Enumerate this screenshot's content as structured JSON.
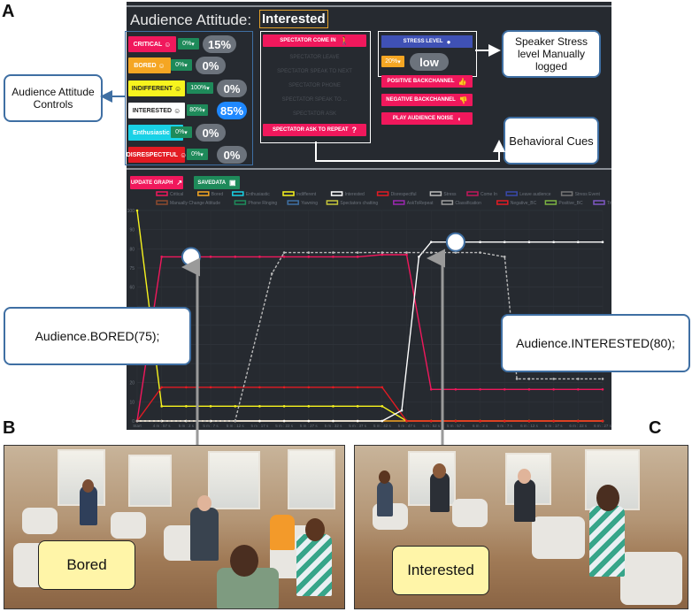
{
  "panels": {
    "a": "A",
    "b": "B",
    "c": "C"
  },
  "header": {
    "title": "Audience Attitude:",
    "current": "Interested"
  },
  "attitudes": [
    {
      "label": "CRITICAL",
      "icon": "sad-face-icon",
      "drop": "0%",
      "value": "15%",
      "bg": "#f0185c",
      "fg": "#ffffff",
      "border": "#f0185c"
    },
    {
      "label": "BORED",
      "icon": "neutral-face-icon",
      "drop": "0%",
      "value": "0%",
      "bg": "#f5a623",
      "fg": "#ffffff",
      "border": "#f5a623"
    },
    {
      "label": "INDIFFERENT",
      "icon": "meh-face-icon",
      "drop": "100%",
      "value": "0%",
      "bg": "#f7f31e",
      "fg": "#222222",
      "border": "#f7f31e"
    },
    {
      "label": "INTERESTED",
      "icon": "smile-face-icon",
      "drop": "80%",
      "value": "85%",
      "bg": "#ffffff",
      "fg": "#222222",
      "border": "#ffffff",
      "highlight": "#1e88ff"
    },
    {
      "label": "Enthusiastic",
      "icon": "happy-face-icon",
      "drop": "0%",
      "value": "0%",
      "bg": "#19d1e6",
      "fg": "#ffffff",
      "border": "#19d1e6"
    },
    {
      "label": "DISRESPECTFUL",
      "icon": "angry-face-icon",
      "drop": "0%",
      "value": "0%",
      "bg": "#e31b23",
      "fg": "#ffffff",
      "border": "#e31b23"
    }
  ],
  "cues": {
    "come_in": "SPECTATOR COME IN",
    "faded": [
      "SPECTATOR LEAVE",
      "SPECTATOR SPEAK TO NEXT",
      "SPECTATOR PHONE",
      "SPECTATOR SPEAK TO ...",
      "SPECTATOR ASK"
    ],
    "ask_repeat": "SPECTATOR ASK TO REPEAT",
    "ask_icon": "?"
  },
  "stress": {
    "label": "STRESS LEVEL",
    "drop": "20%",
    "value": "low"
  },
  "backchannel": {
    "positive": "POSITIVE BACKCHANNEL",
    "negative": "NEGATIVE BACKCHANNEL",
    "noise": "PLAY AUDIENCE NOISE"
  },
  "callouts": {
    "controls": "Audience Attitude Controls",
    "stress": "Speaker Stress level Manually logged",
    "cues": "Behavioral Cues",
    "bored": "Audience.BORED(75);",
    "interested": "Audience.INTERESTED(80);"
  },
  "graph_buttons": {
    "update": "UPDATE GRAPH",
    "save": "SAVEDATA"
  },
  "photo_labels": {
    "b": "Bored",
    "c": "Interested"
  },
  "chart_data": {
    "type": "line",
    "legend_row1": [
      {
        "name": "Critical",
        "color": "#f0185c"
      },
      {
        "name": "Bored",
        "color": "#f5a623"
      },
      {
        "name": "Enthusiastic",
        "color": "#19d1e6"
      },
      {
        "name": "Indifferent",
        "color": "#f7f31e"
      },
      {
        "name": "Interested",
        "color": "#ffffff"
      },
      {
        "name": "Disrespectful",
        "color": "#e31b23"
      },
      {
        "name": "Stress",
        "color": "#bbbbbb"
      },
      {
        "name": "Come In",
        "color": "#c2185b"
      },
      {
        "name": "Leave audience",
        "color": "#3949ab"
      },
      {
        "name": "Stress Event",
        "color": "#757575"
      }
    ],
    "legend_row2": [
      {
        "name": "Manually Change Attitude",
        "color": "#8d4a2e"
      },
      {
        "name": "Phone Ringing",
        "color": "#1e8a5a"
      },
      {
        "name": "Yawning",
        "color": "#3f6fa3"
      },
      {
        "name": "Spectators chatting",
        "color": "#c6c63a"
      },
      {
        "name": "AskToRepeat",
        "color": "#9b27b0"
      },
      {
        "name": "Classification",
        "color": "#9e9e9e"
      },
      {
        "name": "Negative_BC",
        "color": "#e31b23"
      },
      {
        "name": "Positive_BC",
        "color": "#7cb342"
      },
      {
        "name": "TriggerNoise",
        "color": "#7e57c2"
      }
    ],
    "x_ticks": [
      "Start",
      "4 m : 57 s",
      "5 m : 2 s",
      "5 m : 7 s",
      "5 m : 12 s",
      "5 m : 17 s",
      "5 m : 22 s",
      "5 m : 27 s",
      "5 m : 32 s",
      "5 m : 37 s",
      "5 m : 42 s",
      "5 m : 47 s",
      "5 m : 52 s",
      "5 m : 57 s",
      "6 m : 2 s",
      "6 m : 7 s",
      "6 m : 12 s",
      "6 m : 17 s",
      "6 m : 22 s",
      "6 m : 27 s"
    ],
    "y_ticks": [
      "100",
      "90",
      "80",
      "75",
      "60",
      "",
      "",
      "",
      "",
      "20",
      "10",
      "0"
    ],
    "ylim": [
      0,
      100
    ],
    "series": [
      {
        "name": "Critical",
        "color": "#f0185c",
        "values": [
          0,
          78,
          78,
          78,
          78,
          78,
          78,
          78,
          78,
          78,
          79,
          79,
          15,
          15,
          15,
          15,
          15,
          15,
          15,
          15
        ]
      },
      {
        "name": "Bored",
        "color": "#f5a623",
        "values": [
          0,
          0,
          0,
          0,
          0,
          0,
          0,
          0,
          0,
          0,
          0,
          0,
          0,
          0,
          0,
          0,
          0,
          0,
          0,
          0
        ]
      },
      {
        "name": "Indifferent",
        "color": "#f7f31e",
        "values": [
          100,
          7,
          7,
          7,
          7,
          7,
          7,
          7,
          7,
          7,
          7,
          0,
          0,
          0,
          0,
          0,
          0,
          0,
          0,
          0
        ]
      },
      {
        "name": "Disrespectful",
        "color": "#e31b23",
        "values": [
          0,
          16,
          16,
          16,
          16,
          16,
          16,
          16,
          16,
          16,
          16,
          0,
          0,
          0,
          0,
          0,
          0,
          0,
          0,
          0
        ]
      },
      {
        "name": "Interested",
        "color": "#ffffff",
        "x": [
          0,
          1,
          2,
          3,
          4,
          5,
          6,
          7,
          8,
          9,
          10,
          10.8,
          11.5,
          12,
          13,
          14,
          15,
          16,
          17,
          18,
          19
        ],
        "values": [
          0,
          0,
          0,
          0,
          0,
          0,
          0,
          0,
          0,
          0,
          0,
          5,
          78,
          85,
          85,
          85,
          85,
          85,
          85,
          85,
          85
        ]
      },
      {
        "name": "Stress",
        "color": "#bbbbbb",
        "dashed": true,
        "x": [
          0,
          4,
          5.5,
          6,
          7,
          8,
          9,
          10,
          11,
          12,
          13,
          14,
          15,
          15.5,
          16,
          17,
          18,
          19
        ],
        "values": [
          0,
          0,
          70,
          80,
          80,
          80,
          80,
          80,
          80,
          80,
          80,
          80,
          78,
          20,
          20,
          20,
          20,
          20
        ]
      }
    ],
    "markers": [
      {
        "x": 2.2,
        "y": 78,
        "for": "bored"
      },
      {
        "x": 13,
        "y": 85,
        "for": "interested"
      }
    ]
  }
}
